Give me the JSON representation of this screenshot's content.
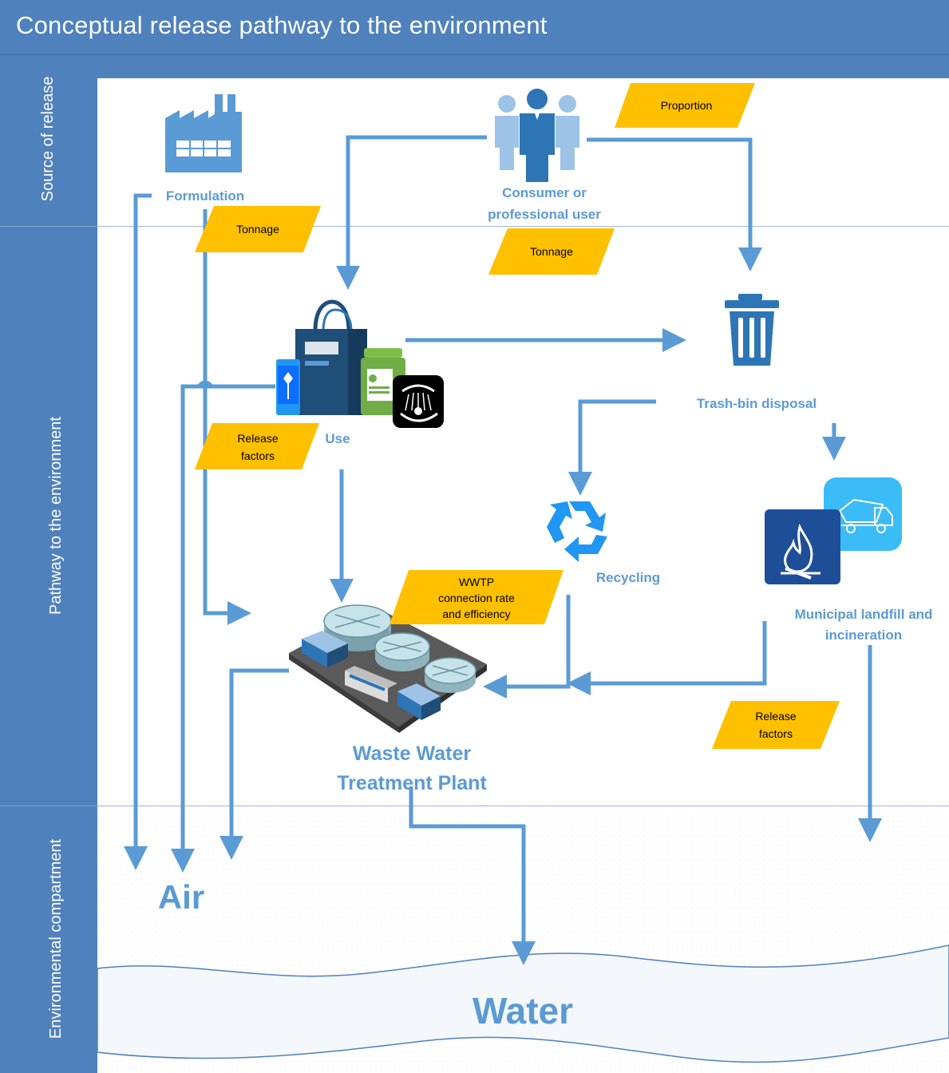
{
  "title": "Conceptual release pathway to the environment",
  "lanes": {
    "source": "Source of release",
    "pathway": "Pathway to the environment",
    "compartment": "Environmental compartment"
  },
  "nodes": {
    "formulation": "Formulation",
    "consumer_line1": "Consumer or",
    "consumer_line2": "professional user",
    "use": "Use",
    "trash": "Trash-bin disposal",
    "recycling": "Recycling",
    "landfill_line1": "Municipal landfill and",
    "landfill_line2": "incineration",
    "wwtp_line1": "Waste Water",
    "wwtp_line2": "Treatment Plant",
    "air": "Air",
    "water": "Water"
  },
  "tags": {
    "proportion": "Proportion",
    "tonnage_1": "Tonnage",
    "tonnage_2": "Tonnage",
    "release_factors_1_line1": "Release",
    "release_factors_1_line2": "factors",
    "wwtp_rate_line1": "WWTP",
    "wwtp_rate_line2": "connection rate",
    "wwtp_rate_line3": "and efficiency",
    "release_factors_2_line1": "Release",
    "release_factors_2_line2": "factors"
  },
  "icons": {
    "factory": "factory-icon",
    "people": "people-icon",
    "products": "products-icon",
    "shower": "shower-icon",
    "trash": "trash-bin-icon",
    "recycle": "recycle-icon",
    "fire": "fire-icon",
    "truck": "dump-truck-icon",
    "wwtp": "wastewater-plant-icon"
  },
  "colors": {
    "band": "#4f81bd",
    "arrow": "#5b9bd5",
    "tag": "#ffc000",
    "label": "#5b9bd5"
  }
}
